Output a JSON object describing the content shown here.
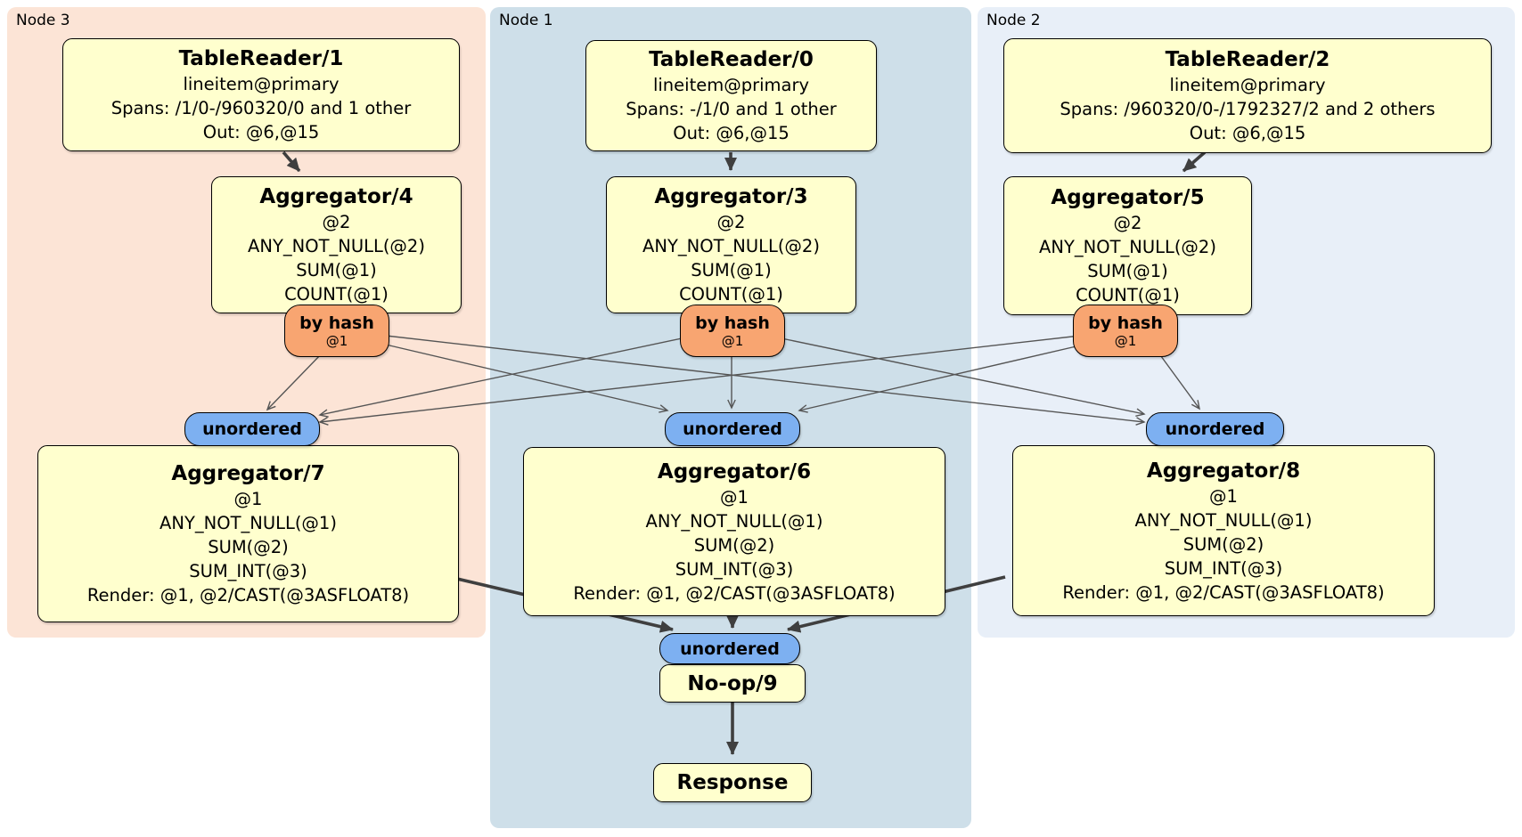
{
  "colors": {
    "page_bg": "#ffffff",
    "node3_bg": "#fce4d6",
    "node1_bg": "#cedfe9",
    "node2_bg": "#e8eff8",
    "box_bg": "#ffffce",
    "box_border": "#000000",
    "router_bg": "#f8a571",
    "stream_bg": "#7db0f1",
    "edge_thin": "#555555",
    "edge_thick": "#3f3f3f"
  },
  "regions": [
    {
      "label": "Node 3"
    },
    {
      "label": "Node 1"
    },
    {
      "label": "Node 2"
    }
  ],
  "router": {
    "label": "by hash",
    "detail": "@1"
  },
  "stream": {
    "label": "unordered"
  },
  "processors": {
    "tr1": {
      "title": "TableReader/1",
      "lines": [
        "lineitem@primary",
        "Spans: /1/0-/960320/0 and 1 other",
        "Out: @6,@15"
      ]
    },
    "tr0": {
      "title": "TableReader/0",
      "lines": [
        "lineitem@primary",
        "Spans: -/1/0 and 1 other",
        "Out: @6,@15"
      ]
    },
    "tr2": {
      "title": "TableReader/2",
      "lines": [
        "lineitem@primary",
        "Spans: /960320/0-/1792327/2 and 2 others",
        "Out: @6,@15"
      ]
    },
    "agg4": {
      "title": "Aggregator/4",
      "lines": [
        "@2",
        "ANY_NOT_NULL(@2)",
        "SUM(@1)",
        "COUNT(@1)"
      ]
    },
    "agg3": {
      "title": "Aggregator/3",
      "lines": [
        "@2",
        "ANY_NOT_NULL(@2)",
        "SUM(@1)",
        "COUNT(@1)"
      ]
    },
    "agg5": {
      "title": "Aggregator/5",
      "lines": [
        "@2",
        "ANY_NOT_NULL(@2)",
        "SUM(@1)",
        "COUNT(@1)"
      ]
    },
    "agg7": {
      "title": "Aggregator/7",
      "lines": [
        "@1",
        "ANY_NOT_NULL(@1)",
        "SUM(@2)",
        "SUM_INT(@3)",
        "Render: @1, @2/CAST(@3ASFLOAT8)"
      ]
    },
    "agg6": {
      "title": "Aggregator/6",
      "lines": [
        "@1",
        "ANY_NOT_NULL(@1)",
        "SUM(@2)",
        "SUM_INT(@3)",
        "Render: @1, @2/CAST(@3ASFLOAT8)"
      ]
    },
    "agg8": {
      "title": "Aggregator/8",
      "lines": [
        "@1",
        "ANY_NOT_NULL(@1)",
        "SUM(@2)",
        "SUM_INT(@3)",
        "Render: @1, @2/CAST(@3ASFLOAT8)"
      ]
    },
    "noop": {
      "title": "No-op/9"
    },
    "response": {
      "title": "Response"
    }
  }
}
